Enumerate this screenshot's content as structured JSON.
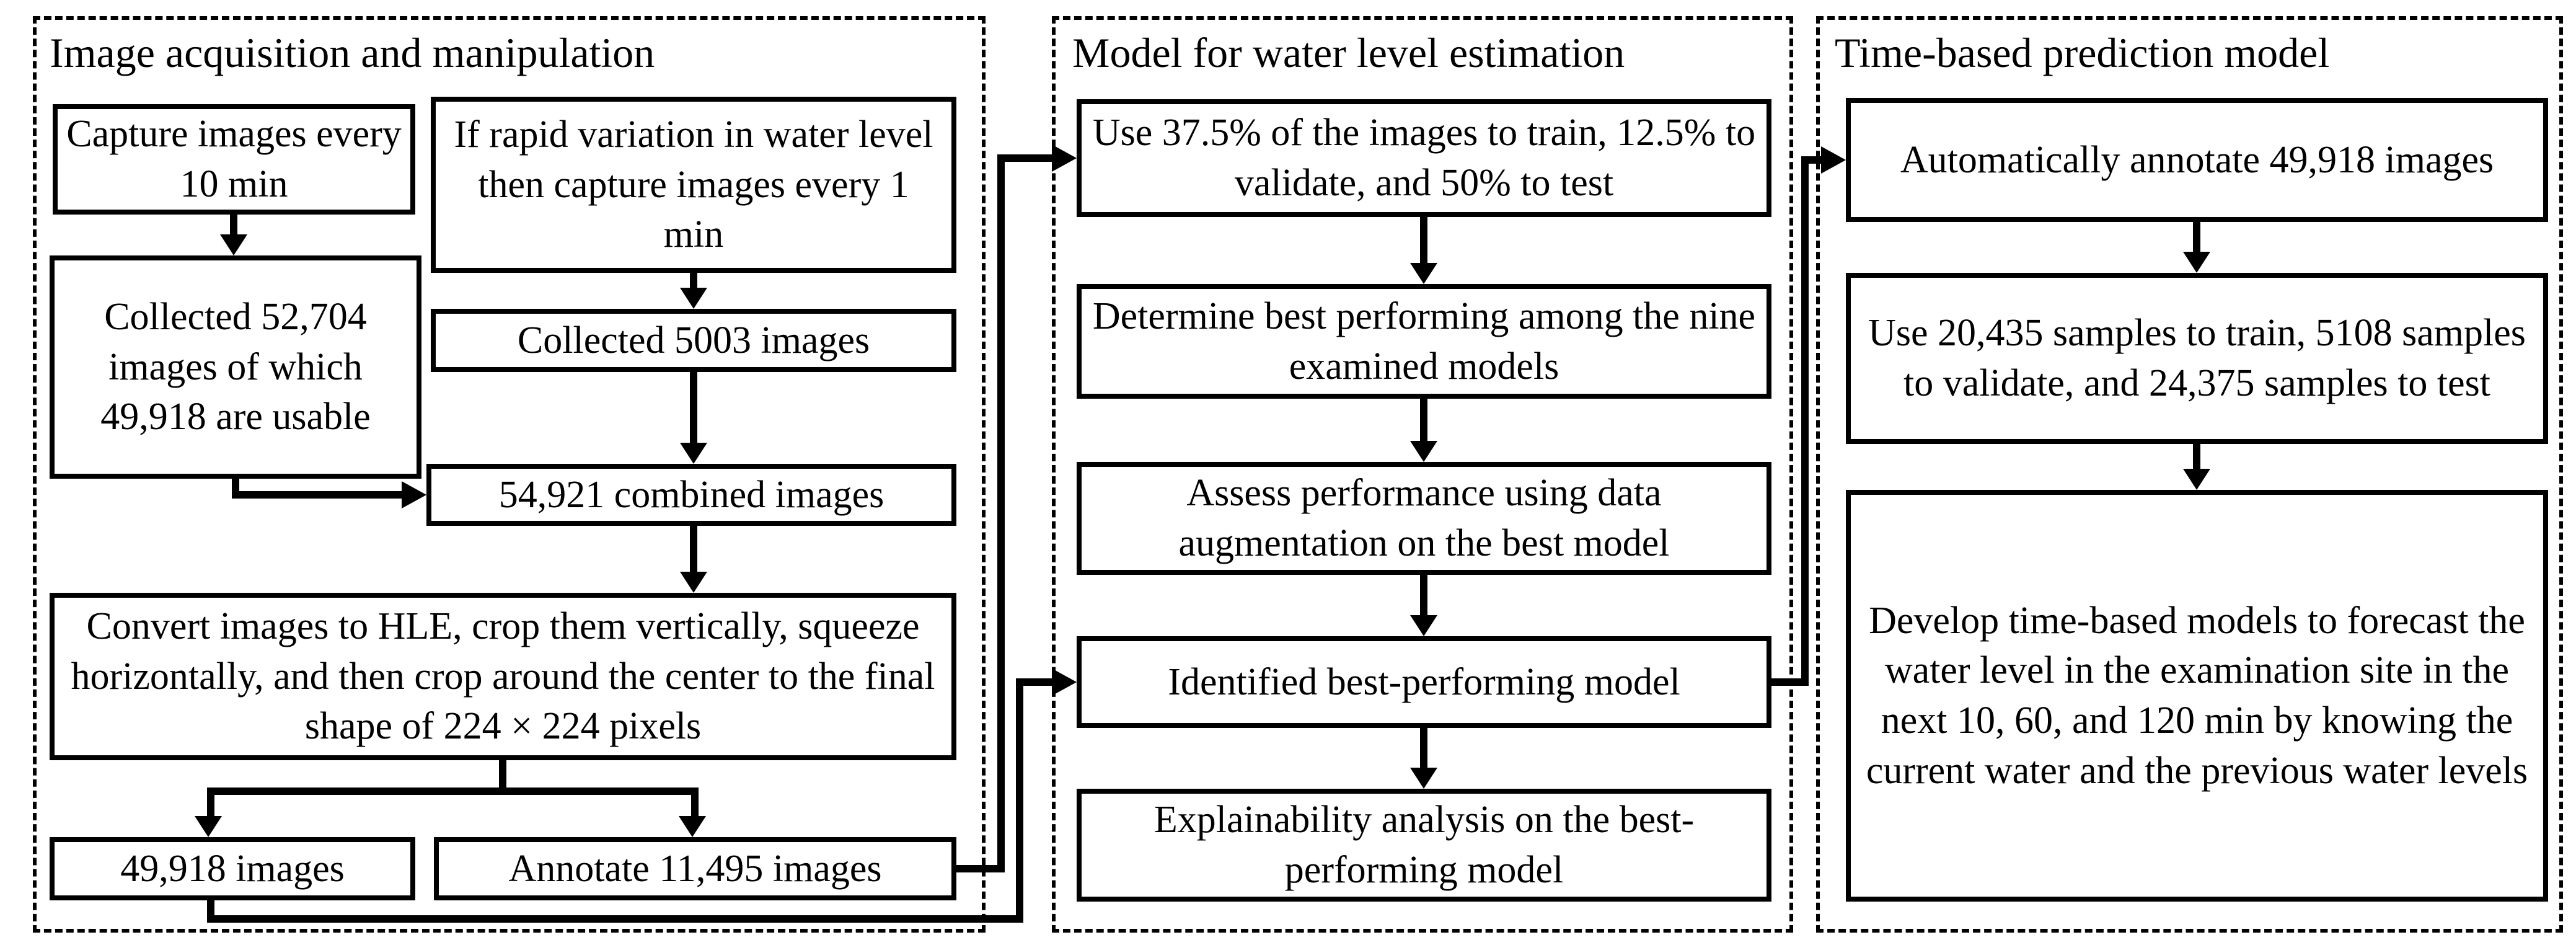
{
  "figure": {
    "type": "flowchart",
    "background": "#ffffff",
    "line_color": "#000000"
  },
  "left_panel": {
    "title": "Image acquisition and manipulation",
    "boxes": {
      "capture": "Capture images every 10 min",
      "rapid": "If rapid variation in water level then capture images every 1 min",
      "collected_52704": "Collected 52,704 images of which 49,918 are usable",
      "collected_5003": "Collected 5003 images",
      "combined": "54,921 combined images",
      "convert": "Convert images to HLE, crop them vertically, squeeze horizontally, and then crop around the center to the final shape of 224 × 224 pixels",
      "images_49918": "49,918 images",
      "annotate": "Annotate 11,495 images"
    }
  },
  "middle_panel": {
    "title": "Model for water level estimation",
    "boxes": {
      "use_split": "Use 37.5% of the images to train, 12.5% to validate, and 50% to test",
      "determine": "Determine best performing among the nine examined models",
      "assess": "Assess performance using data augmentation on the best model",
      "identified": "Identified best-performing model",
      "explainability": "Explainability analysis on the best-performing model"
    }
  },
  "right_panel": {
    "title": "Time-based prediction model",
    "boxes": {
      "auto_annotate": "Automatically annotate 49,918 images",
      "samples_split": "Use 20,435 samples to train, 5108 samples to validate, and 24,375 samples to test",
      "develop": "Develop time-based models to forecast the water level in the examination site in the next 10, 60, and 120 min by knowing the current water and the previous water levels"
    }
  }
}
